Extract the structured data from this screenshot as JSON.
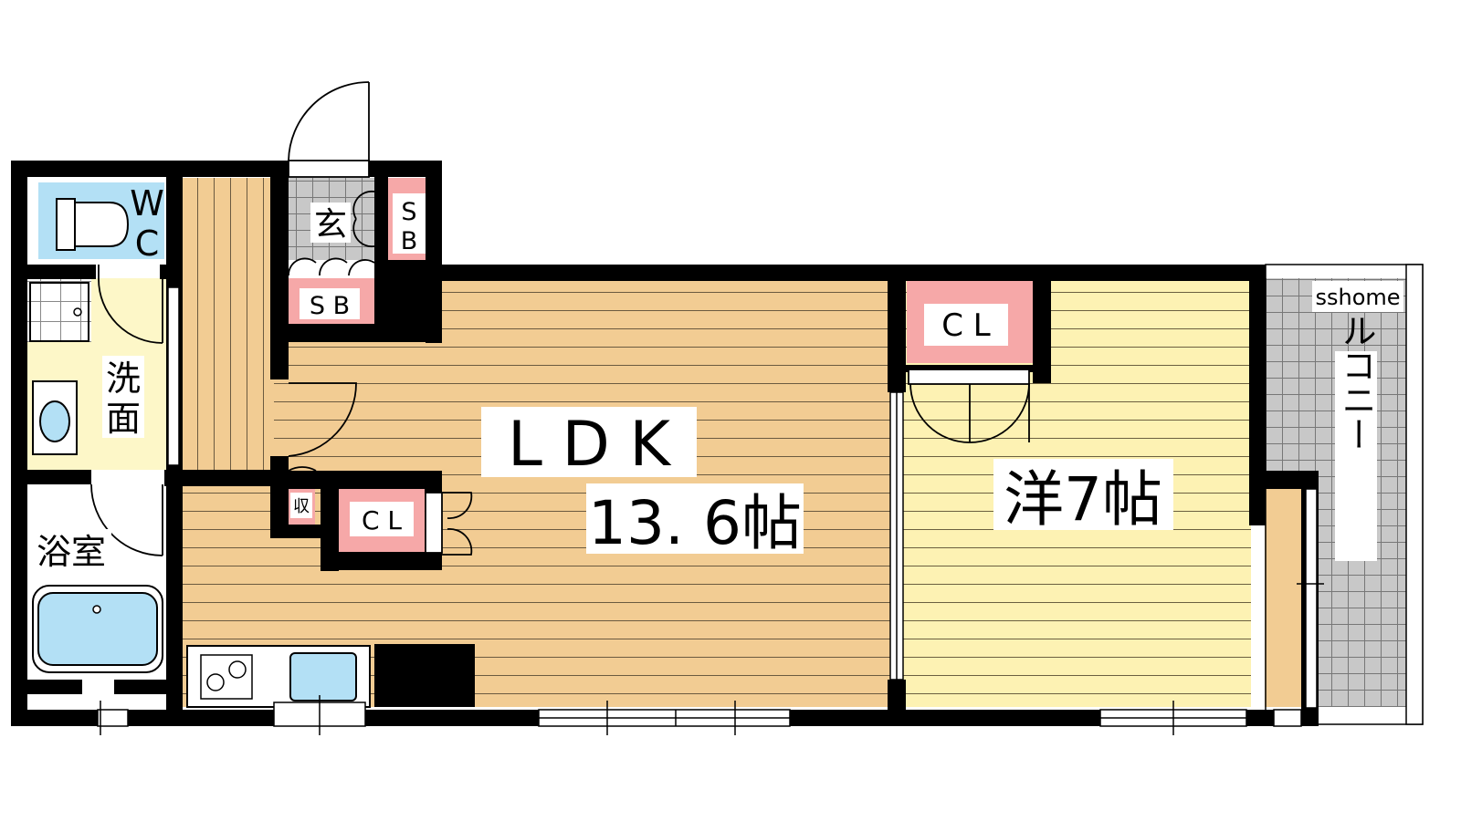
{
  "rooms": {
    "wc": {
      "line1": "W",
      "line2": "C"
    },
    "washroom": {
      "line1": "洗",
      "line2": "面"
    },
    "bath": {
      "label": "浴室"
    },
    "entrance": {
      "label": "玄"
    },
    "shoebox_top": {
      "line1": "S",
      "line2": "B"
    },
    "shoebox_bottom": {
      "label": "S B"
    },
    "storage": {
      "label": "収"
    },
    "ldk_closet": {
      "label": "C L"
    },
    "ldk": {
      "name": "L D K",
      "size": "13. 6帖"
    },
    "bedroom_closet": {
      "label": "C L"
    },
    "bedroom": {
      "label": "洋7帖"
    },
    "balcony": {
      "label": "バルコニー"
    }
  },
  "watermark": "sshome",
  "colors": {
    "wall": "#000000",
    "floor_ldk": "#f2cc93",
    "floor_bedroom": "#fdf2b3",
    "floor_wash": "#fdf7c8",
    "closet_pink": "#f6a8a8",
    "tile_grey": "#c8c8c8",
    "fixture_blue": "#b3e0f5",
    "floor_line": "#555555"
  }
}
